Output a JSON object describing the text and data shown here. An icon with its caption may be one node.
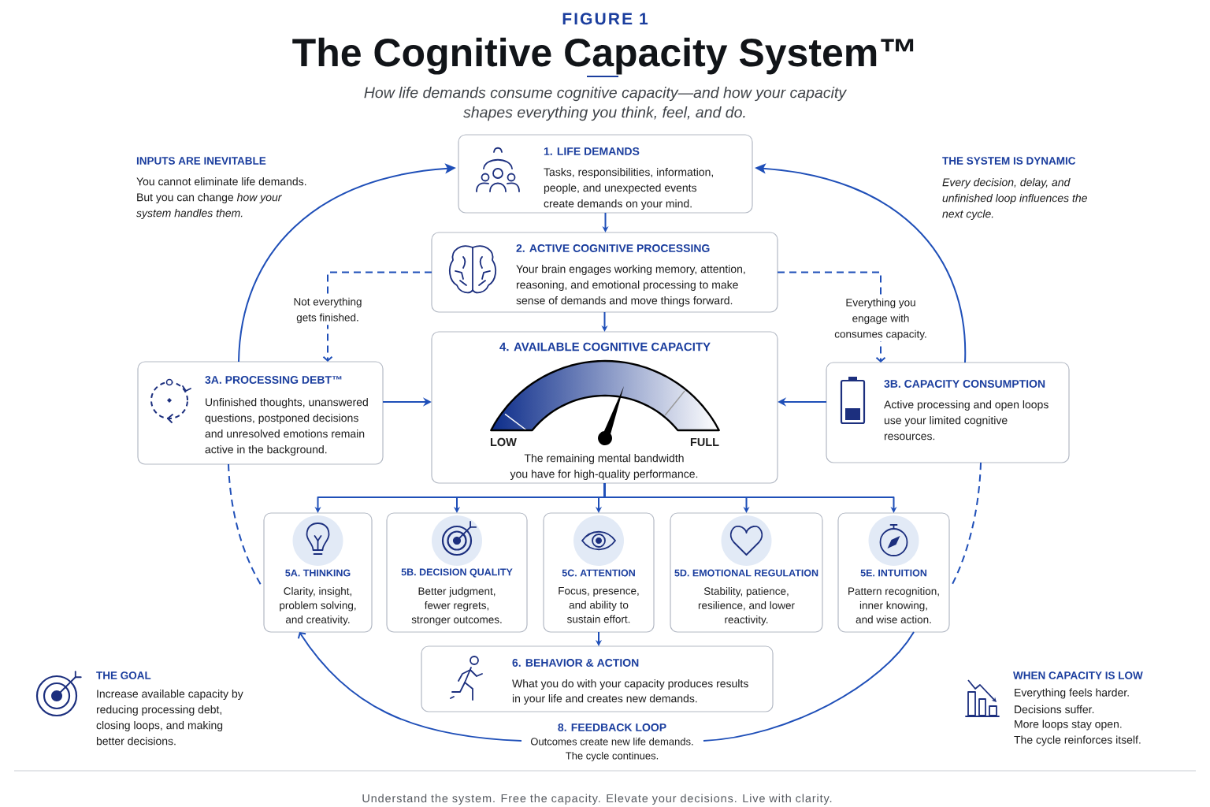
{
  "diagram": {
    "title": "The Cognitive Capacity System™",
    "caption": "How life demands consume cognitive capacity—and how your capacity shapes everything you think, feel, and do.",
    "nodes": [
      {
        "text": [
          "1. LIFE DEMANDS",
          "Tasks, responsibilities, information, people, and unexpected events create demands on your mind."
        ]
      },
      {
        "text": [
          "2. ACTIVE COGNITIVE PROCESSING",
          "Your brain engages working memory, attention, reasoning, and emotional processing to make sense of demands and move things forward."
        ]
      },
      {
        "text": [
          "3A. PROCESSING DEBT™",
          "Unfinished thoughts, unanswered questions, postponed decisions and unresolved emotions remain active in the background."
        ]
      },
      {
        "text": [
          "4. AVAILABLE COGNITIVE CAPACITY",
          "LOW",
          "FULL",
          "The remaining mental bandwidth you have for high-quality performance."
        ]
      },
      {
        "text": [
          "3B. CAPACITY CONSUMPTION",
          "Active processing and open loops use your limited cognitive resources."
        ]
      },
      {
        "text": [
          "5A. THINKING",
          "Clarity, insight, problem solving, and creativity."
        ]
      },
      {
        "text": [
          "5B. DECISION QUALITY",
          "Better judgment, fewer regrets, stronger outcomes."
        ]
      },
      {
        "text": [
          "5C. ATTENTION",
          "Focus, presence, and ability to sustain effort."
        ]
      },
      {
        "text": [
          "5D. EMOTIONAL REGULATION",
          "Stability, patience, resilience, and lower reactivity."
        ]
      },
      {
        "text": [
          "5E. INTUITION",
          "Pattern recognition, inner knowing, and wise action."
        ]
      },
      {
        "text": [
          "6. BEHAVIOR & ACTION",
          "What you do with your capacity produces results in your life and creates new demands."
        ]
      },
      {
        "text": [
          "8. FEEDBACK LOOP",
          "Outcomes create new life demands. The cycle continues."
        ]
      }
    ],
    "edges": [
      {
        "from": 0,
        "to": 1,
        "arrow": "to"
      },
      {
        "from": 1,
        "to": 3,
        "arrow": "to"
      },
      {
        "from": 1,
        "to": 2,
        "arrow": "to",
        "label": "Not everything gets finished.",
        "style": "dashed"
      },
      {
        "from": 1,
        "to": 4,
        "arrow": "to",
        "label": "Everything you engage with consumes capacity.",
        "style": "dashed"
      },
      {
        "from": 2,
        "to": 3,
        "arrow": "to"
      },
      {
        "from": 4,
        "to": 3,
        "arrow": "to"
      },
      {
        "from": 3,
        "to": 5,
        "arrow": "to"
      },
      {
        "from": 3,
        "to": 6,
        "arrow": "to"
      },
      {
        "from": 3,
        "to": 7,
        "arrow": "to"
      },
      {
        "from": 3,
        "to": 8,
        "arrow": "to"
      },
      {
        "from": 3,
        "to": 9,
        "arrow": "to"
      },
      {
        "from": 7,
        "to": 10,
        "arrow": "to"
      },
      {
        "from": 2,
        "to": 0,
        "arrow": "to"
      },
      {
        "from": 4,
        "to": 0,
        "arrow": "to"
      },
      {
        "from": 2,
        "to": 5,
        "arrow": "none",
        "style": "dashed"
      },
      {
        "from": 4,
        "to": 9,
        "arrow": "none",
        "style": "dashed"
      },
      {
        "from": 9,
        "to": 11,
        "arrow": "none"
      },
      {
        "from": 11,
        "to": 5,
        "arrow": "to"
      }
    ],
    "labels": [
      "FIGURE 1",
      "INPUTS ARE INEVITABLE",
      "You cannot eliminate life demands. But you can change *how your system handles them.*",
      "THE SYSTEM IS DYNAMIC",
      "Every decision, delay, and unfinished loop influences the next cycle.",
      "THE GOAL",
      "Increase available capacity by reducing processing debt, closing loops, and making better decisions.",
      "WHEN CAPACITY IS LOW",
      "Everything feels harder.",
      "Decisions suffer.",
      "More loops stay open.",
      "The cycle reinforces itself.",
      "Understand the system. Free the capacity. Elevate your decisions. Live with clarity."
    ]
  }
}
